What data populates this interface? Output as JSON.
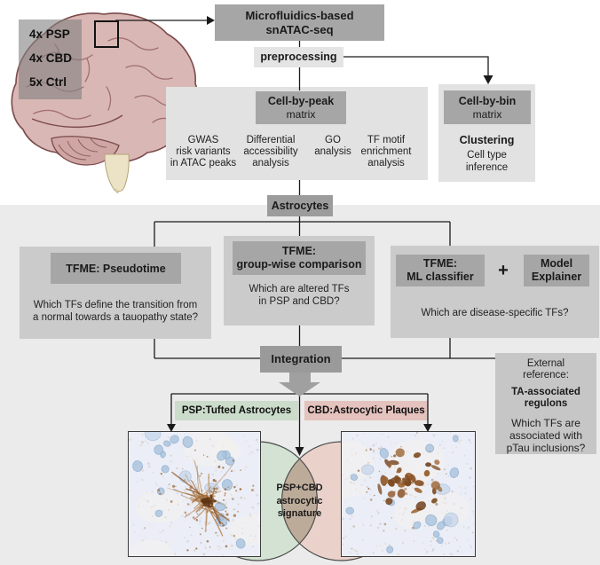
{
  "colors": {
    "panel_bg": "#ebebeb",
    "subpanel_bg": "#e2e2e2",
    "dark_header": "#a6a6a6",
    "mid_box": "#cbcbcb",
    "external_box": "#c6c6c6",
    "integration_box": "#9a9a9a",
    "astrocytes_box": "#9c9c9c",
    "preprocessing_box": "#e4e4e4",
    "psp_green": "#cbdcca",
    "cbd_pink": "#e4c2bd",
    "venn_green": "#d3e2d2",
    "venn_pink": "#ead2cb",
    "venn_overlap": "#bdab99",
    "line_color": "#1a1a1a"
  },
  "cohort": {
    "items": [
      "4x PSP",
      "4x CBD",
      "5x Ctrl"
    ]
  },
  "workflow": {
    "microfluidics": {
      "lines": [
        "Microfluidics-based",
        "snATAC-seq"
      ]
    },
    "preprocessing": "preprocessing",
    "cell_by_peak": {
      "title": "Cell-by-peak",
      "subtitle": "matrix",
      "analyses": [
        {
          "lines": [
            "GWAS",
            "risk variants",
            "in ATAC peaks"
          ]
        },
        {
          "lines": [
            "Differential",
            "accessibility",
            "analysis"
          ]
        },
        {
          "lines": [
            "GO",
            "analysis"
          ]
        },
        {
          "lines": [
            "TF motif",
            "enrichment",
            "analysis"
          ]
        }
      ]
    },
    "cell_by_bin": {
      "title": "Cell-by-bin",
      "subtitle": "matrix",
      "clustering": "Clustering",
      "inference": [
        "Cell type",
        "inference"
      ]
    },
    "astrocytes": "Astrocytes"
  },
  "tfme": {
    "pseudotime": {
      "title": "TFME: Pseudotime",
      "question": [
        "Which TFs define the transition from",
        "a normal towards a tauopathy state?"
      ]
    },
    "groupwise": {
      "title": [
        "TFME:",
        "group-wise comparison"
      ],
      "question": [
        "Which are altered TFs",
        "in PSP and CBD?"
      ]
    },
    "classifier": {
      "title": [
        "TFME:",
        "ML classifier"
      ],
      "plus": "+",
      "explainer": [
        "Model",
        "Explainer"
      ],
      "question": "Which are disease-specific TFs?"
    }
  },
  "integration": "Integration",
  "external_reference": {
    "intro": [
      "External",
      "reference:"
    ],
    "title": [
      "TA-associated",
      "regulons"
    ],
    "question": [
      "Which TFs are",
      "associated with",
      "pTau inclusions?"
    ]
  },
  "results": {
    "psp_label": "PSP:Tufted Astrocytes",
    "cbd_label": "CBD:Astrocytic Plaques",
    "venn_overlap": [
      "PSP+CBD",
      "astrocytic",
      "signature"
    ]
  }
}
